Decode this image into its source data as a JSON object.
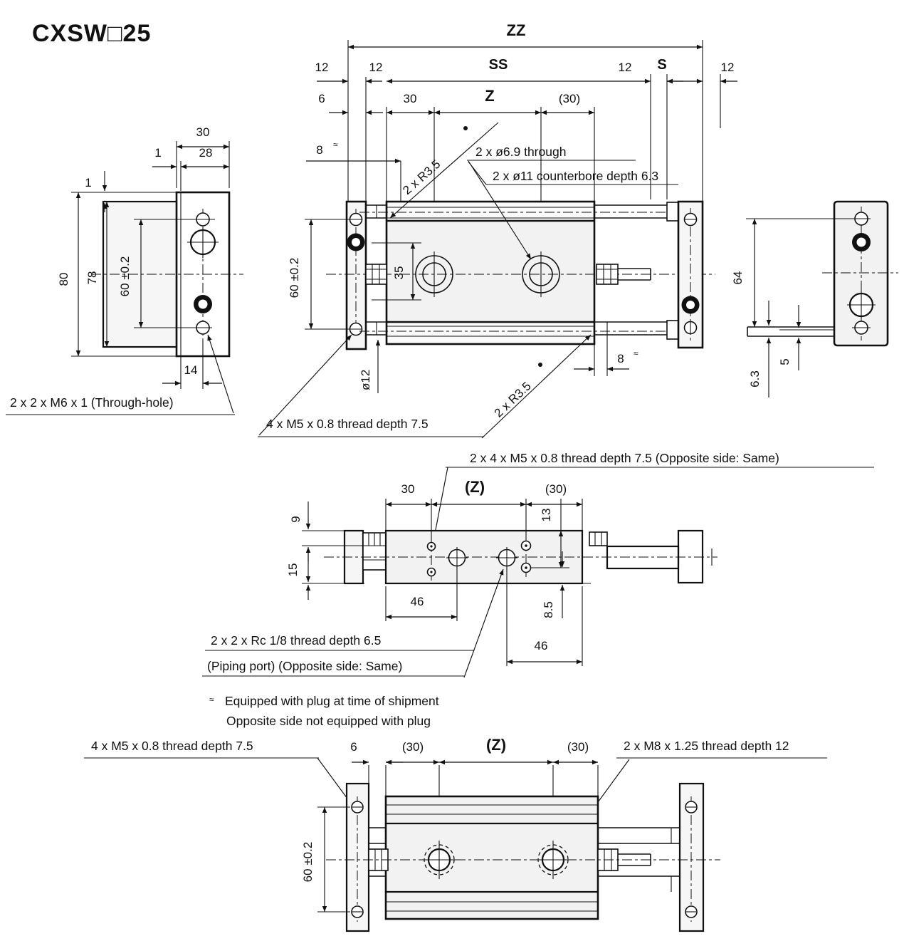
{
  "title": "CXSW□25",
  "dims": {
    "zz": "ZZ",
    "ss": "SS",
    "s": "S",
    "z": "Z",
    "zp": "(Z)",
    "d12": "12",
    "d6": "6",
    "d30": "30",
    "d30p": "(30)",
    "d8": "8",
    "d35": "35",
    "d60": "60 ±0.2",
    "d80": "80",
    "d78": "78",
    "d1": "1",
    "d28": "28",
    "d14": "14",
    "d64": "64",
    "d63": "6.3",
    "d5": "5",
    "d9": "9",
    "d15": "15",
    "d13": "13",
    "d46": "46",
    "d85": "8.5",
    "dia12": "ø12",
    "note_sym": "≈"
  },
  "labels": {
    "r35": "2 x R3.5",
    "dia69": "2 x ø6.9 through",
    "cbore": "2 x ø11 counterbore depth 6.3",
    "m6": "2 x 2 x M6 x 1 (Through-hole)",
    "m5_4": "4 x M5 x 0.8 thread depth 7.5",
    "m5_24": "2 x 4 x M5 x 0.8 thread depth 7.5 (Opposite side: Same)",
    "rc": "2 x 2 x Rc 1/8 thread depth 6.5",
    "piping": "(Piping port) (Opposite side: Same)",
    "m8": "2 x M8 x 1.25 thread depth 12"
  },
  "notes": {
    "sym": "≈",
    "line1": "Equipped with plug at time of shipment",
    "line2": "Opposite side not equipped with plug"
  }
}
